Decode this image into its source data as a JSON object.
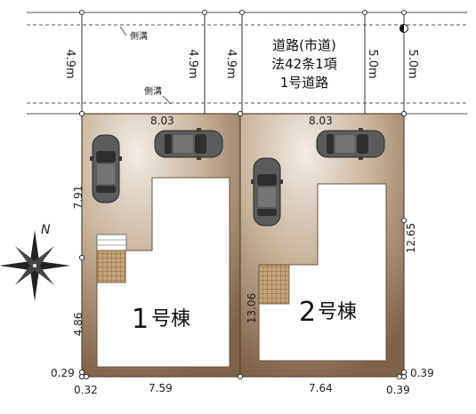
{
  "road": {
    "line1": "道路(市道)",
    "line2": "法42条1項",
    "line3": "1号道路",
    "ditch_top": "側溝",
    "ditch_bottom": "側溝"
  },
  "widths": {
    "w1": "4.9m",
    "w2": "4.9m",
    "w3": "4.9m",
    "w4": "5.0m",
    "w5": "5.0m"
  },
  "lot1": {
    "name_num": "1",
    "name_suffix": "号棟",
    "top": "8.03",
    "left_upper": "7.91",
    "left_lower": "4.86",
    "bottom": "7.59",
    "corner_a": "0.29",
    "corner_b": "0.32"
  },
  "lot2": {
    "name_num": "2",
    "name_suffix": "号棟",
    "top": "8.03",
    "right": "12.65",
    "inner": "13.06",
    "bottom": "7.64",
    "corner_a": "0.39",
    "corner_b": "0.39"
  },
  "compass": {
    "north": "N"
  },
  "colors": {
    "lot_dark": "#8b6f55",
    "lot_mid": "#b49a80",
    "lot_light": "#e9e1d6",
    "car": "#5a5a5a",
    "paving": "#c4a67a"
  }
}
